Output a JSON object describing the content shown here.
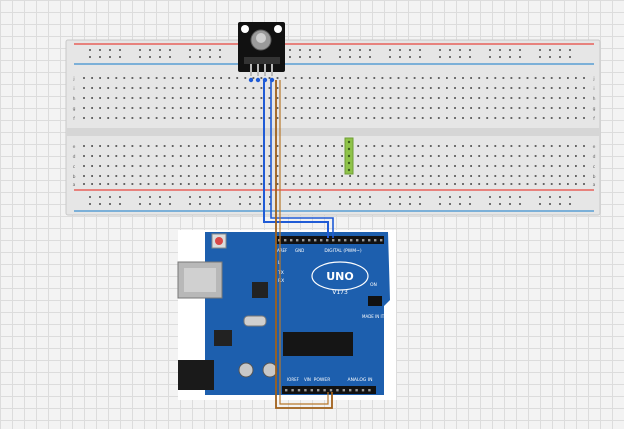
{
  "breadboard": {
    "row_letters_top": [
      "j",
      "i",
      "h",
      "g",
      "f"
    ],
    "row_letters_bottom": [
      "e",
      "d",
      "c",
      "b",
      "a"
    ],
    "column_count": 63
  },
  "arduino": {
    "logo": "UNO",
    "version": "V173",
    "digital_label": "DIGITAL (PWM~)",
    "power_label": "POWER",
    "analog_label": "ANALOG IN",
    "on_label": "ON",
    "l_label": "L",
    "tx_label": "TX",
    "rx_label": "RX",
    "made_label": "MADE IN ITALY",
    "aref_label": "AREF",
    "gnd_label": "GND",
    "ioref_label": "IOREF",
    "vin_label": "VIN"
  },
  "colors": {
    "rail_red": "#e8473f",
    "rail_blue": "#3e8fd0",
    "board_blue": "#1d5fae",
    "wire_blue": "#1f5bd6",
    "wire_brown": "#a0601a",
    "component_green": "#8fc34a"
  }
}
